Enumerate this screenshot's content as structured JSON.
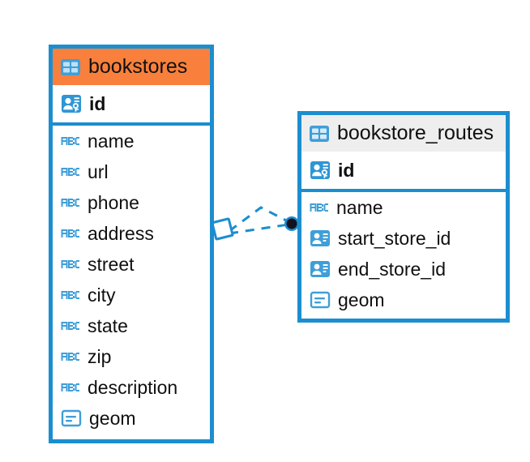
{
  "diagram": {
    "type": "entity-relationship-diagram",
    "background_color": "#ffffff",
    "accent_color": "#1b8ed0",
    "highlight_color": "#f8803c",
    "header_neutral_color": "#eeeeee"
  },
  "entities": [
    {
      "name": "bookstores",
      "header_style": "orange",
      "table_icon": "table-icon",
      "fields": [
        {
          "label": "id",
          "icon": "primary-key-icon",
          "bold": true,
          "key": "primary"
        },
        {
          "label": "name",
          "icon": "text-abc-icon",
          "bold": false,
          "key": "none"
        },
        {
          "label": "url",
          "icon": "text-abc-icon",
          "bold": false,
          "key": "none"
        },
        {
          "label": "phone",
          "icon": "text-abc-icon",
          "bold": false,
          "key": "none"
        },
        {
          "label": "address",
          "icon": "text-abc-icon",
          "bold": false,
          "key": "none"
        },
        {
          "label": "street",
          "icon": "text-abc-icon",
          "bold": false,
          "key": "none"
        },
        {
          "label": "city",
          "icon": "text-abc-icon",
          "bold": false,
          "key": "none"
        },
        {
          "label": "state",
          "icon": "text-abc-icon",
          "bold": false,
          "key": "none"
        },
        {
          "label": "zip",
          "icon": "text-abc-icon",
          "bold": false,
          "key": "none"
        },
        {
          "label": "description",
          "icon": "text-abc-icon",
          "bold": false,
          "key": "none"
        },
        {
          "label": "geom",
          "icon": "geometry-icon",
          "bold": false,
          "key": "none"
        }
      ]
    },
    {
      "name": "bookstore_routes",
      "header_style": "gray",
      "table_icon": "table-icon",
      "fields": [
        {
          "label": "id",
          "icon": "primary-key-icon",
          "bold": true,
          "key": "primary"
        },
        {
          "label": "name",
          "icon": "text-abc-icon",
          "bold": false,
          "key": "none"
        },
        {
          "label": "start_store_id",
          "icon": "foreign-key-icon",
          "bold": false,
          "key": "foreign"
        },
        {
          "label": "end_store_id",
          "icon": "foreign-key-icon",
          "bold": false,
          "key": "foreign"
        },
        {
          "label": "geom",
          "icon": "geometry-icon",
          "bold": false,
          "key": "none"
        }
      ]
    }
  ],
  "relationship": {
    "style": "dashed",
    "color": "#1b8ed0",
    "source_endpoint": "diamond-endpoint-icon",
    "target_endpoint": "filled-circle-endpoint-icon",
    "line_count": 2
  }
}
